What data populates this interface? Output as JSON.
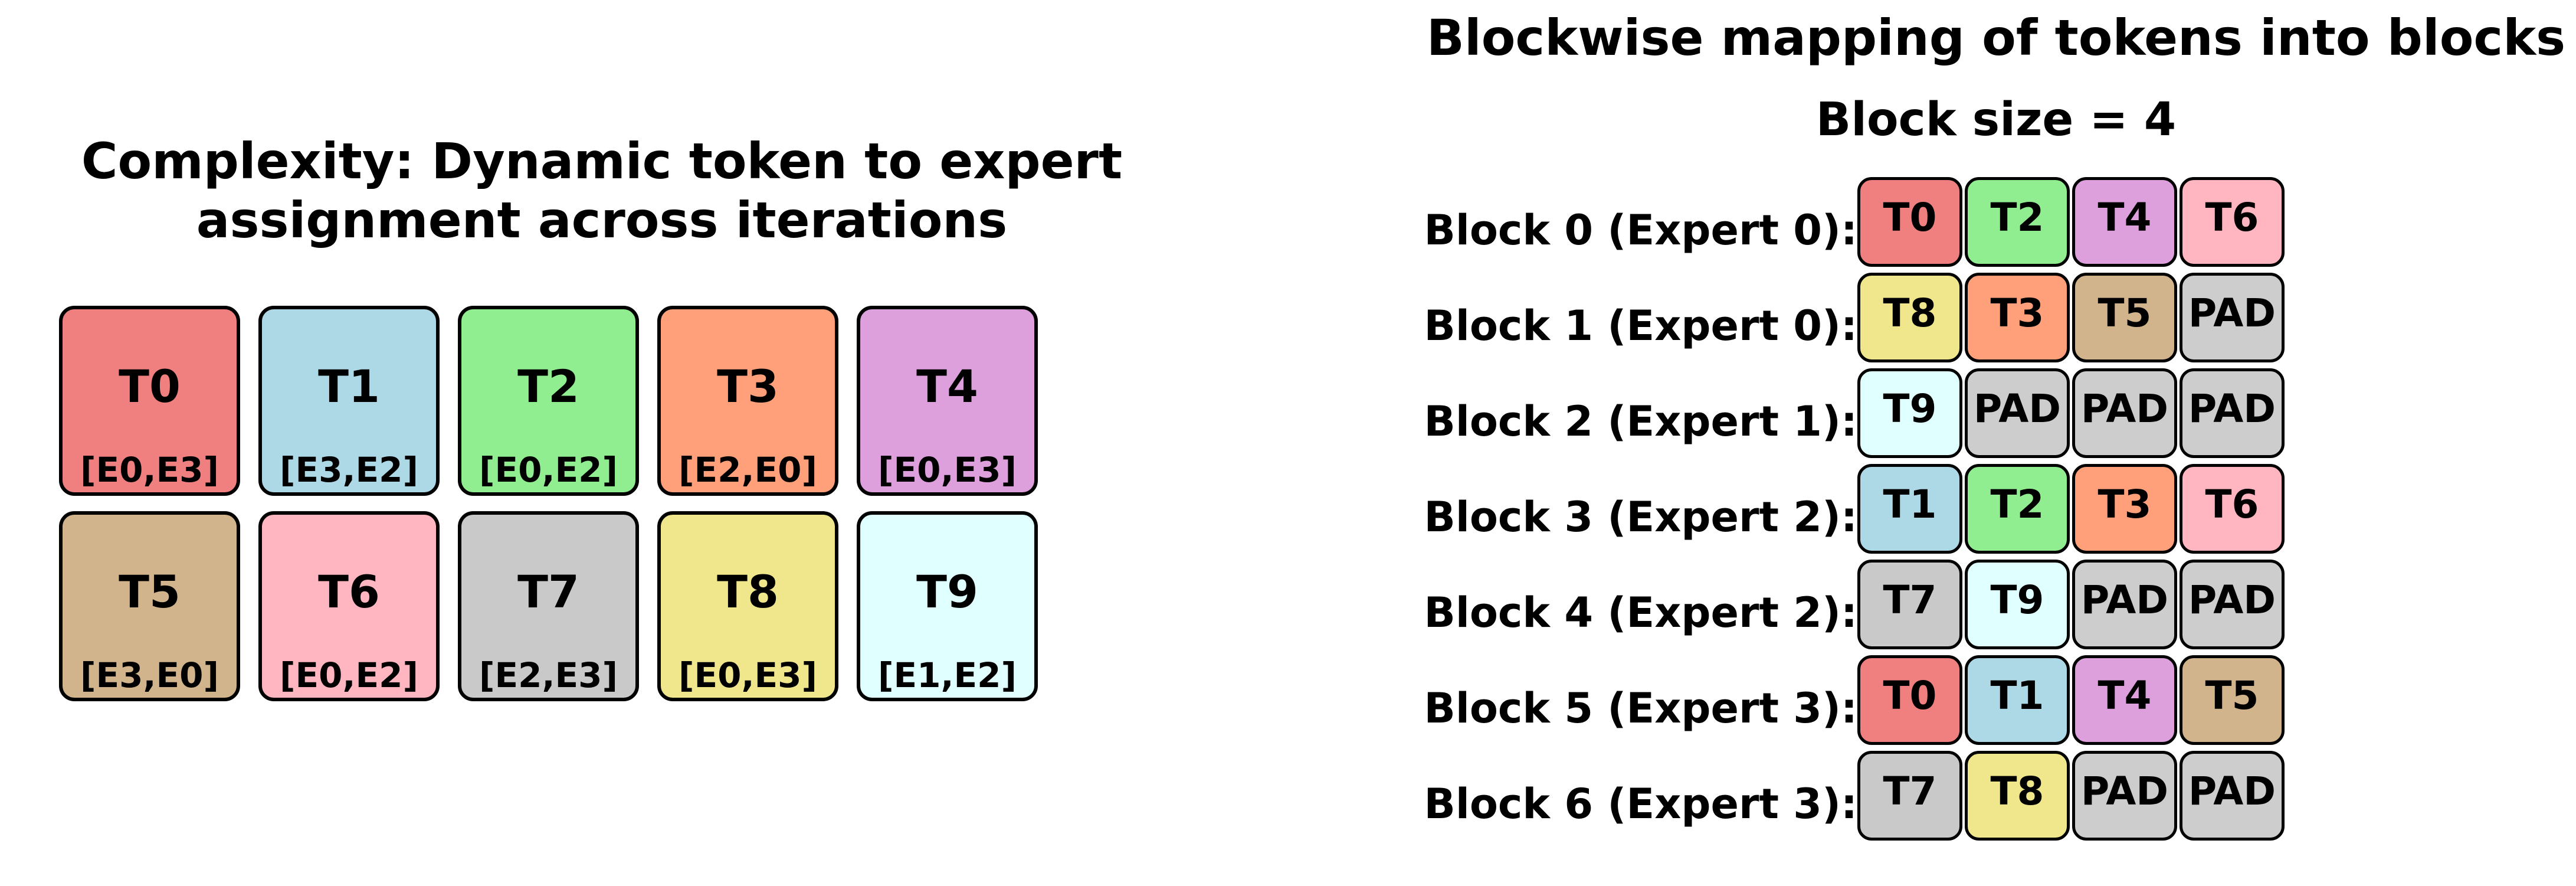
{
  "left_panel": {
    "title_line1": "Complexity: Dynamic token to expert",
    "title_line2": "assignment across iterations",
    "tokens": [
      {
        "id": "T0",
        "experts": "[E0,E3]",
        "color": "#F08080"
      },
      {
        "id": "T1",
        "experts": "[E3,E2]",
        "color": "#ADD8E6"
      },
      {
        "id": "T2",
        "experts": "[E0,E2]",
        "color": "#90EE90"
      },
      {
        "id": "T3",
        "experts": "[E2,E0]",
        "color": "#FFA07A"
      },
      {
        "id": "T4",
        "experts": "[E0,E3]",
        "color": "#DDA0DD"
      },
      {
        "id": "T5",
        "experts": "[E3,E0]",
        "color": "#D2B48C"
      },
      {
        "id": "T6",
        "experts": "[E0,E2]",
        "color": "#FFB6C1"
      },
      {
        "id": "T7",
        "experts": "[E2,E3]",
        "color": "#C9C9C9"
      },
      {
        "id": "T8",
        "experts": "[E0,E3]",
        "color": "#F0E68C"
      },
      {
        "id": "T9",
        "experts": "[E1,E2]",
        "color": "#E0FFFF"
      }
    ]
  },
  "right_panel": {
    "title": "Blockwise mapping of tokens into blocks",
    "subtitle": "Block size = 4",
    "pad_label": "PAD",
    "pad_color": "#CDCDCD",
    "blocks": [
      {
        "label": "Block 0 (Expert 0):",
        "cells": [
          "T0",
          "T2",
          "T4",
          "T6"
        ]
      },
      {
        "label": "Block 1 (Expert 0):",
        "cells": [
          "T8",
          "T3",
          "T5",
          "PAD"
        ]
      },
      {
        "label": "Block 2 (Expert 1):",
        "cells": [
          "T9",
          "PAD",
          "PAD",
          "PAD"
        ]
      },
      {
        "label": "Block 3 (Expert 2):",
        "cells": [
          "T1",
          "T2",
          "T3",
          "T6"
        ]
      },
      {
        "label": "Block 4 (Expert 2):",
        "cells": [
          "T7",
          "T9",
          "PAD",
          "PAD"
        ]
      },
      {
        "label": "Block 5 (Expert 3):",
        "cells": [
          "T0",
          "T1",
          "T4",
          "T5"
        ]
      },
      {
        "label": "Block 6 (Expert 3):",
        "cells": [
          "T7",
          "T8",
          "PAD",
          "PAD"
        ]
      }
    ]
  }
}
